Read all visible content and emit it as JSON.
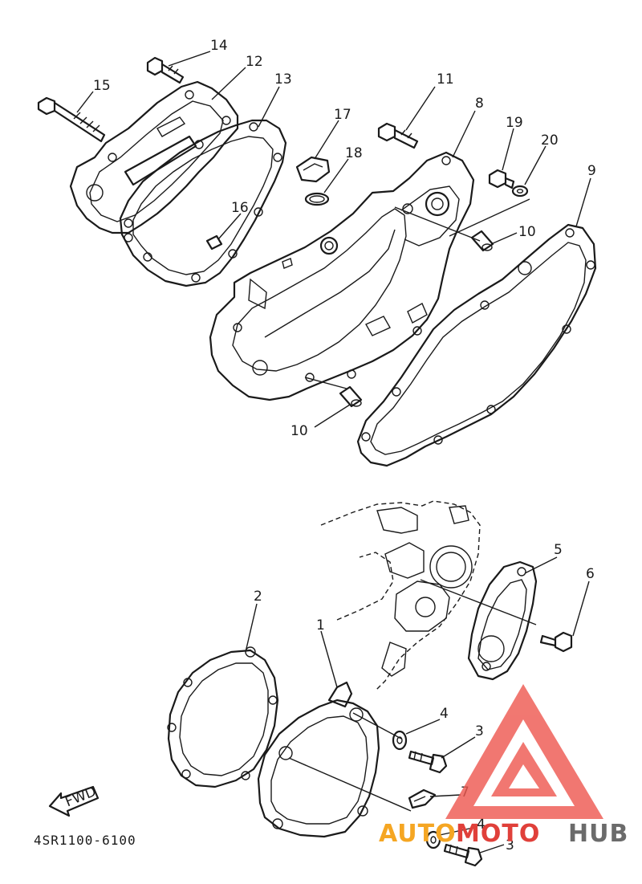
{
  "diagram": {
    "code": "4SR1100-6100",
    "fwd_label": "FWD",
    "callouts": {
      "c1": "1",
      "c2": "2",
      "c3a": "3",
      "c3b": "3",
      "c4a": "4",
      "c4b": "4",
      "c5": "5",
      "c6": "6",
      "c7": "7",
      "c8": "8",
      "c9": "9",
      "c10a": "10",
      "c10b": "10",
      "c11": "11",
      "c12": "12",
      "c13": "13",
      "c14": "14",
      "c15": "15",
      "c16": "16",
      "c17": "17",
      "c18": "18",
      "c19": "19",
      "c20": "20"
    }
  },
  "watermark": {
    "part1": "AUTO",
    "part2": "MOTO",
    "part3": "HUB",
    "colors": {
      "orange": "#f5a623",
      "red": "#e0403a",
      "gray": "#6b6b6b",
      "triangle": "#ee5a52"
    }
  }
}
